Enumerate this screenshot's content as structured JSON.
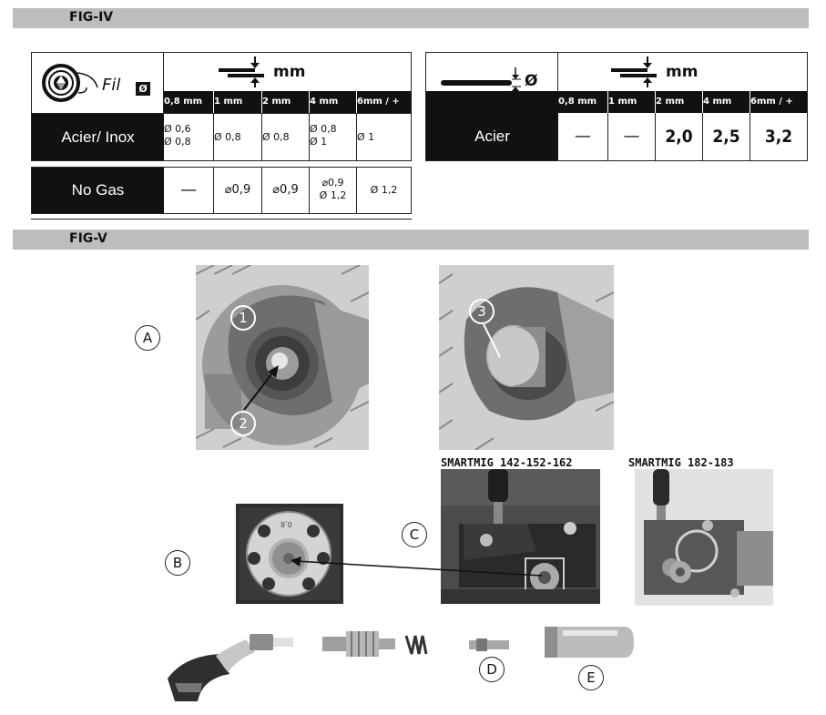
{
  "fig4": {
    "label": "FIG-IV",
    "left_table": {
      "fil_label": "Fil",
      "thickness_unit": "mm",
      "thickness_headers": [
        "0,8 mm",
        "1 mm",
        "2 mm",
        "4 mm",
        "6mm / +"
      ],
      "rows": [
        {
          "label": "Acier/ Inox",
          "cells": [
            "Ø 0,6\nØ 0,8",
            "Ø 0,8",
            "Ø 0,8",
            "Ø 0,8\nØ 1",
            "Ø 1"
          ]
        },
        {
          "label": "No Gas",
          "cells": [
            "—",
            "⌀0,9",
            "⌀0,9",
            "⌀0,9\nØ 1,2",
            "Ø 1,2"
          ]
        }
      ]
    },
    "right_table": {
      "diameter_symbol": "Ø",
      "thickness_unit": "mm",
      "thickness_headers": [
        "0,8 mm",
        "1 mm",
        "2 mm",
        "4 mm",
        "6mm / +"
      ],
      "row": {
        "label": "Acier",
        "cells": [
          "—",
          "—",
          "2,0",
          "2,5",
          "3,2"
        ]
      }
    }
  },
  "fig5": {
    "label": "FIG-V",
    "callouts": {
      "a": "A",
      "b": "B",
      "c": "C",
      "d": "D",
      "e": "E",
      "n1": "1",
      "n2": "2",
      "n3": "3"
    },
    "models": [
      "SMARTMIG 142-152-162",
      "SMARTMIG 182-183"
    ],
    "roller_marking": "0,8"
  }
}
